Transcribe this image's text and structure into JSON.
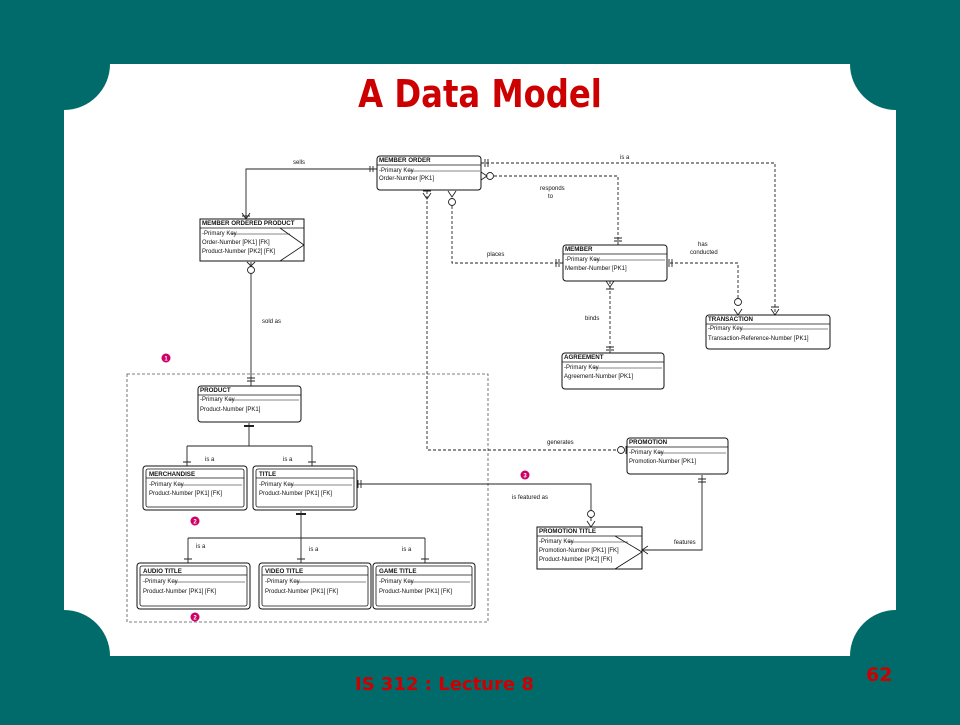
{
  "slide": {
    "title": "A Data Model",
    "footer": "IS 312 : Lecture 8",
    "page_number": "62"
  },
  "colors": {
    "background": "#016b6b",
    "card": "#ffffff",
    "title": "#cc0000",
    "ink": "#111111"
  },
  "entities": {
    "member_order": {
      "name": "MEMBER ORDER",
      "key_label": "Primary Key",
      "attrs": [
        "Order-Number  [PK1]"
      ]
    },
    "member_ordered_product": {
      "name": "MEMBER ORDERED PRODUCT",
      "key_label": "Primary Key",
      "attrs": [
        "Order-Number  [PK1]  [FK]",
        "Product-Number  [PK2]  [FK]"
      ]
    },
    "member": {
      "name": "MEMBER",
      "key_label": "Primary Key",
      "attrs": [
        "Member-Number  [PK1]"
      ]
    },
    "transaction": {
      "name": "TRANSACTION",
      "key_label": "Primary Key",
      "attrs": [
        "Transaction-Reference-Number  [PK1]"
      ]
    },
    "agreement": {
      "name": "AGREEMENT",
      "key_label": "Primary Key",
      "attrs": [
        "Agreement-Number  [PK1]"
      ]
    },
    "product": {
      "name": "PRODUCT",
      "key_label": "Primary Key",
      "attrs": [
        "Product-Number  [PK1]"
      ]
    },
    "merchandise": {
      "name": "MERCHANDISE",
      "key_label": "Primary Key",
      "attrs": [
        "Product-Number  [PK1]  [FK]"
      ]
    },
    "title": {
      "name": "TITLE",
      "key_label": "Primary Key",
      "attrs": [
        "Product-Number  [PK1]  [FK]"
      ]
    },
    "promotion": {
      "name": "PROMOTION",
      "key_label": "Primary Key",
      "attrs": [
        "Promotion-Number  [PK1]"
      ]
    },
    "promotion_title": {
      "name": "PROMOTION TITLE",
      "key_label": "Primary Key",
      "attrs": [
        "Promotion-Number  [PK1]  [FK]",
        "Product-Number  [PK2]  [FK]"
      ]
    },
    "audio_title": {
      "name": "AUDIO TITLE",
      "key_label": "Primary Key",
      "attrs": [
        "Product-Number  [PK1]  [FK]"
      ]
    },
    "video_title": {
      "name": "VIDEO TITLE",
      "key_label": "Primary Key",
      "attrs": [
        "Product-Number  [PK1]  [FK]"
      ]
    },
    "game_title": {
      "name": "GAME TITLE",
      "key_label": "Primary Key",
      "attrs": [
        "Product-Number  [PK1]  [FK]"
      ]
    }
  },
  "relationships": {
    "sells": "sells",
    "is_a_top": "is a",
    "responds_to_1": "responds",
    "responds_to_2": "to",
    "places": "places",
    "has_conducted_1": "has",
    "has_conducted_2": "conducted",
    "binds": "binds",
    "sold_as": "sold as",
    "generates": "generates",
    "is_a_merch": "is a",
    "is_a_title": "is a",
    "is_featured_as": "is featured as",
    "features": "features",
    "is_a_audio": "is a",
    "is_a_video": "is a",
    "is_a_game": "is a"
  },
  "markers": {
    "m1": "1",
    "m2a": "2",
    "m2b": "2",
    "m3": "3"
  }
}
